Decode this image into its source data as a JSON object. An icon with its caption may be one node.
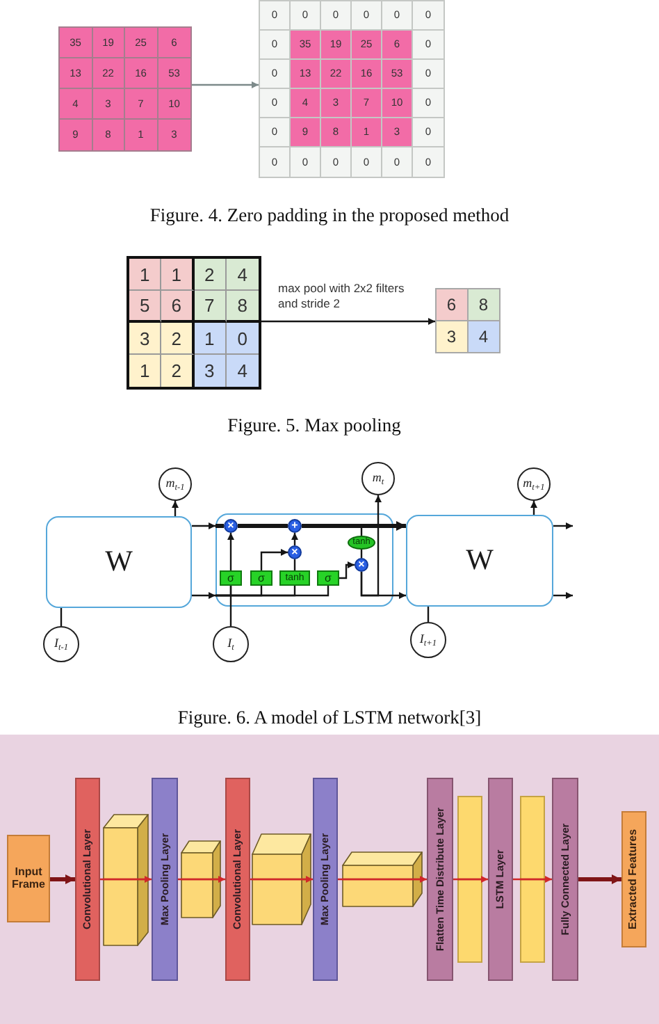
{
  "diagram": {
    "nodes": [
      {
        "text": [
          "35",
          "19",
          "25",
          "6",
          "13",
          "22",
          "16",
          "53",
          "4",
          "3",
          "7",
          "10",
          "9",
          "8",
          "1",
          "3"
        ]
      },
      {
        "text": [
          "0",
          "0",
          "0",
          "0",
          "0",
          "0",
          "0",
          "35",
          "19",
          "25",
          "6",
          "0",
          "0",
          "13",
          "22",
          "16",
          "53",
          "0",
          "0",
          "4",
          "3",
          "7",
          "10",
          "0",
          "0",
          "9",
          "8",
          "1",
          "3",
          "0",
          "0",
          "0",
          "0",
          "0",
          "0",
          "0"
        ]
      },
      {
        "text": [
          "1",
          "1",
          "2",
          "4",
          "5",
          "6",
          "7",
          "8",
          "3",
          "2",
          "1",
          "0",
          "1",
          "2",
          "3",
          "4"
        ]
      },
      {
        "text": [
          "6",
          "8",
          "3",
          "4"
        ]
      },
      {
        "text": [
          "m$_{t-1}$"
        ]
      },
      {
        "text": [
          "m$_{t}$"
        ]
      },
      {
        "text": [
          "m$_{t+1}$"
        ]
      },
      {
        "text": [
          "W"
        ]
      },
      {
        "text": [],
        "shape": "box"
      },
      {
        "text": [
          "×"
        ],
        "in": 8
      },
      {
        "text": [
          "+"
        ],
        "in": 8
      },
      {
        "text": [
          "×"
        ],
        "in": 8
      },
      {
        "text": [
          "tanh"
        ],
        "in": 8
      },
      {
        "text": [
          "×"
        ],
        "in": 8
      },
      {
        "text": [
          "σ"
        ],
        "in": 8
      },
      {
        "text": [
          "σ"
        ],
        "in": 8
      },
      {
        "text": [
          "tanh"
        ],
        "in": 8
      },
      {
        "text": [
          "σ"
        ],
        "in": 8
      },
      {
        "text": [
          "W"
        ]
      },
      {
        "text": [
          "I$_{t-1}$"
        ]
      },
      {
        "text": [
          "I$_{t}$"
        ]
      },
      {
        "text": [
          "I$_{t+1}$"
        ]
      },
      {
        "text": [
          "Input Frame"
        ]
      },
      {
        "text": [
          "Convolutional Layer"
        ]
      },
      {
        "text": [],
        "shape": "box"
      },
      {
        "text": [
          "Max Pooling Layer"
        ]
      },
      {
        "text": [],
        "shape": "box"
      },
      {
        "text": [
          "Convolutional Layer"
        ]
      },
      {
        "text": [],
        "shape": "box"
      },
      {
        "text": [
          "Max Pooling Layer"
        ]
      },
      {
        "text": [],
        "shape": "box"
      },
      {
        "text": [
          "Flatten Time Distribute Layer"
        ]
      },
      {
        "text": [],
        "shape": "bar"
      },
      {
        "text": [
          "LSTM Layer"
        ]
      },
      {
        "text": [],
        "shape": "bar"
      },
      {
        "text": [
          "Fully Connected Layer"
        ]
      },
      {
        "text": [
          "Extracted Features"
        ]
      }
    ],
    "edges": [
      {
        "from": 0,
        "to": 1,
        "arrow": "to",
        "color": "#7d8a8a"
      },
      {
        "from": 2,
        "to": 3,
        "arrow": "to",
        "label": "max pool with 2x2 filters and stride 2"
      },
      {
        "from": 7,
        "to": 4,
        "arrow": "to"
      },
      {
        "from": 19,
        "to": 7,
        "arrow": "none"
      },
      {
        "from": 7,
        "to": 8,
        "arrow": "to"
      },
      {
        "from": 7,
        "to": 8,
        "arrow": "to"
      },
      {
        "from": 8,
        "to": 9,
        "arrow": "none",
        "style": "thick"
      },
      {
        "from": 8,
        "to": 14,
        "arrow": "none"
      },
      {
        "from": 8,
        "to": 15,
        "arrow": "none"
      },
      {
        "from": 8,
        "to": 16,
        "arrow": "none"
      },
      {
        "from": 8,
        "to": 17,
        "arrow": "none"
      },
      {
        "from": 20,
        "to": 14,
        "arrow": "none"
      },
      {
        "from": 14,
        "to": 9,
        "arrow": "to"
      },
      {
        "from": 9,
        "to": 10,
        "arrow": "none",
        "style": "thick"
      },
      {
        "from": 15,
        "to": 11,
        "arrow": "to"
      },
      {
        "from": 16,
        "to": 11,
        "arrow": "none"
      },
      {
        "from": 11,
        "to": 10,
        "arrow": "to"
      },
      {
        "from": 10,
        "to": 12,
        "arrow": "none"
      },
      {
        "from": 12,
        "to": 13,
        "arrow": "none"
      },
      {
        "from": 17,
        "to": 13,
        "arrow": "to"
      },
      {
        "from": 10,
        "to": 18,
        "arrow": "to",
        "style": "thick"
      },
      {
        "from": 13,
        "to": 18,
        "arrow": "to"
      },
      {
        "from": 13,
        "to": 5,
        "arrow": "to"
      },
      {
        "from": 18,
        "to": 6,
        "arrow": "to"
      },
      {
        "from": 21,
        "to": 18,
        "arrow": "none"
      },
      {
        "from": 18,
        "to": null,
        "arrow": "to"
      },
      {
        "from": 18,
        "to": null,
        "arrow": "to"
      },
      {
        "from": 22,
        "to": 23,
        "arrow": "to",
        "style": "thick",
        "color": "#7f1416"
      },
      {
        "from": 23,
        "to": 24,
        "arrow": "none",
        "color": "#d0282a"
      },
      {
        "from": 24,
        "to": 25,
        "arrow": "to",
        "color": "#d0282a"
      },
      {
        "from": 25,
        "to": 26,
        "arrow": "none",
        "color": "#d0282a"
      },
      {
        "from": 26,
        "to": 27,
        "arrow": "to",
        "color": "#d0282a"
      },
      {
        "from": 27,
        "to": 28,
        "arrow": "none",
        "color": "#d0282a"
      },
      {
        "from": 28,
        "to": 29,
        "arrow": "to",
        "color": "#d0282a"
      },
      {
        "from": 29,
        "to": 30,
        "arrow": "none",
        "color": "#d0282a"
      },
      {
        "from": 30,
        "to": 31,
        "arrow": "to",
        "color": "#d0282a"
      },
      {
        "from": 31,
        "to": 32,
        "arrow": "none",
        "color": "#d0282a"
      },
      {
        "from": 32,
        "to": 33,
        "arrow": "to",
        "color": "#d0282a"
      },
      {
        "from": 33,
        "to": 34,
        "arrow": "none",
        "color": "#d0282a"
      },
      {
        "from": 34,
        "to": 35,
        "arrow": "to",
        "color": "#d0282a"
      },
      {
        "from": 35,
        "to": 36,
        "arrow": "to",
        "style": "thick",
        "color": "#7f1416"
      }
    ],
    "labels": [
      "Figure. 4. Zero padding in the proposed method",
      "Figure. 5. Max pooling",
      "Figure. 6. A model of LSTM network[3]"
    ]
  }
}
